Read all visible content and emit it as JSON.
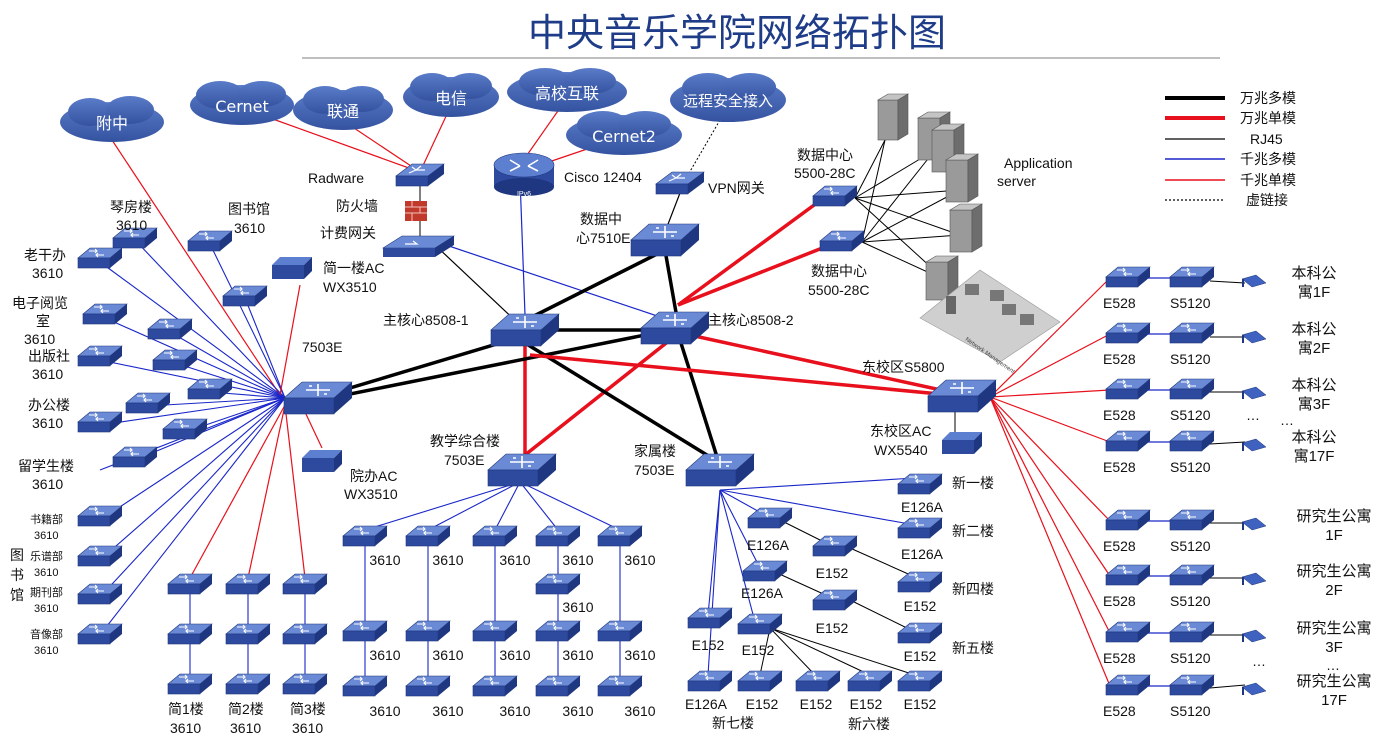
{
  "title": "中央音乐学院网络拓扑图",
  "colors": {
    "tenG_multi": "#000000",
    "tenG_single": "#e8101c",
    "gig_multi": "#1a27c9",
    "gig_single": "#e8101c",
    "cloud": "#3f62b4",
    "switch": "#3050a8"
  },
  "legend": [
    {
      "label": "万兆多模",
      "style": "tenG_multi"
    },
    {
      "label": "万兆单模",
      "style": "tenG_single"
    },
    {
      "label": "RJ45",
      "style": "rj45"
    },
    {
      "label": "千兆多模",
      "style": "gig_multi"
    },
    {
      "label": "千兆单模",
      "style": "gig_single"
    },
    {
      "label": "虚链接",
      "style": "virtual"
    }
  ],
  "clouds": {
    "fuzhong": "附中",
    "cernet": "Cernet",
    "liantong": "联通",
    "dianxin": "电信",
    "gaoxiao": "高校互联",
    "cernet2": "Cernet2",
    "vpnremote": "远程安全接入"
  },
  "core": {
    "radware": "Radware",
    "firewall": "防火墙",
    "billing": "计费网关",
    "cisco": "Cisco 12404",
    "ipv6": "IPv6",
    "vpngw": "VPN网关",
    "dc7510": [
      "数据中",
      "心7510E"
    ],
    "core1": "主核心8508-1",
    "core2": "主核心8508-2",
    "dc5500a": [
      "数据中心",
      "5500-28C"
    ],
    "dc5500b": [
      "数据中心",
      "5500-28C"
    ],
    "appserver": [
      "Application",
      "server"
    ],
    "netmgmt": "Network Management"
  },
  "west": {
    "ac1": [
      "简一楼AC",
      "WX3510"
    ],
    "s7503": "7503E",
    "ac2": [
      "院办AC",
      "WX3510"
    ],
    "qinfang": [
      "琴房楼",
      "3610"
    ],
    "tushuguan": [
      "图书馆",
      "3610"
    ],
    "laoganban": [
      "老干办",
      "3610"
    ],
    "dianzi": [
      "电子阅览",
      "室",
      "3610"
    ],
    "chuban": [
      "出版社",
      "3610"
    ],
    "bangong": [
      "办公楼",
      "3610"
    ],
    "liuxue": [
      "留学生楼",
      "3610"
    ],
    "shuji": [
      "书籍部",
      "3610"
    ],
    "yuepu": [
      "乐谱部",
      "3610"
    ],
    "qikan": [
      "期刊部",
      "3610"
    ],
    "yinxiang": [
      "音像部",
      "3610"
    ],
    "libgroup": [
      "图",
      "书",
      "馆"
    ],
    "jian1": [
      "简1楼",
      "3610"
    ],
    "jian2": [
      "简2楼",
      "3610"
    ],
    "jian3": [
      "简3楼",
      "3610"
    ]
  },
  "teaching": {
    "name": [
      "教学综合楼",
      "7503E"
    ],
    "sw": "3610"
  },
  "family": {
    "name": [
      "家属楼",
      "7503E"
    ],
    "xin1": "新一楼",
    "xin2": "新二楼",
    "xin4": "新四楼",
    "xin5": "新五楼",
    "xin6": "新六楼",
    "xin7": "新七楼",
    "e126a": "E126A",
    "e152": "E152"
  },
  "east": {
    "core": "东校区S5800",
    "ac": [
      "东校区AC",
      "WX5540"
    ],
    "e528": "E528",
    "s5120": "S5120",
    "dots": "…",
    "undergrad": [
      [
        "本科公",
        "寓1F"
      ],
      [
        "本科公",
        "寓2F"
      ],
      [
        "本科公",
        "寓3F"
      ],
      [
        "本科公",
        "寓17F"
      ]
    ],
    "grad": [
      [
        "研究生公寓",
        "1F"
      ],
      [
        "研究生公寓",
        "2F"
      ],
      [
        "研究生公寓",
        "3F"
      ],
      [
        "研究生公寓",
        "17F"
      ]
    ]
  }
}
